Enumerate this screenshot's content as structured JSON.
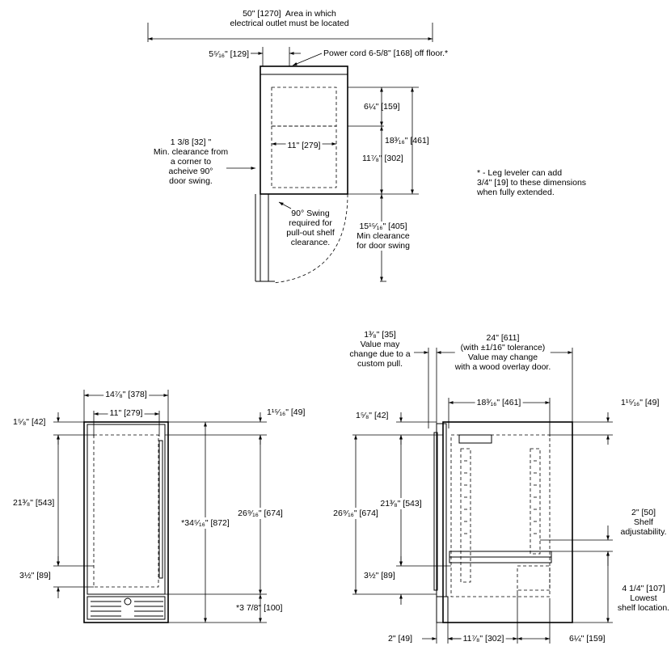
{
  "top_view": {
    "outlet_area": "50\" [1270]  Area in which\nelectrical outlet must be located",
    "cord_offset": "5⁵⁄₁₆\" [129]",
    "power_cord": "Power cord 6-5/8\" [168] off floor.*",
    "dim_6_1_4": "6¼\" [159]",
    "dim_18_3_16": "18³⁄₁₆\" [461]",
    "dim_11": "11\" [279]",
    "dim_11_7_8": "11⁷⁄₈\" [302]",
    "corner_clearance": "1 3/8 [32] \"\nMin. clearance from\na corner to\nacheive 90°\ndoor swing.",
    "swing_note": "90° Swing\nrequired for\npull-out shelf\nclearance.",
    "door_swing": "15¹⁵⁄₁₆\" [405]\nMin clearance\nfor door swing"
  },
  "leveler_note": "* - Leg leveler can add\n3/4\" [19] to these dimensions\nwhen fully extended.",
  "front_view": {
    "width_outer": "14⁷⁄₈\" [378]",
    "width_inner": "11\" [279]",
    "top_gap_left": "1⁵⁄₈\" [42]",
    "top_gap_right": "1¹⁵⁄₁₆\" [49]",
    "inner_height": "21³⁄₈\" [543]",
    "bottom_gap": "3½\" [89]",
    "overall_height": "*34⁵⁄₁₆\" [872]",
    "door_height": "26⁹⁄₁₆\" [674]",
    "toe_kick": "*3 7/8\" [100]"
  },
  "side_view": {
    "pull_value": "1³⁄₈\" [35]\nValue may\nchange due to a\ncustom pull.",
    "depth_value": "24\" [611]\n(with ±1/16\" tolerance)\nValue may change\nwith a wood overlay door.",
    "inner_depth": "18³⁄₁₆\" [461]",
    "top_gap_right": "1¹⁵⁄₁₆\" [49]",
    "top_gap_left": "1⁵⁄₈\" [42]",
    "door_height": "26⁹⁄₁₆\" [674]",
    "inner_height": "21³⁄₈\" [543]",
    "bottom_gap": "3½\" [89]",
    "shelf_adjust": "2\" [50]\nShelf\nadjustability.",
    "lowest_shelf": "4 1/4\" [107]\nLowest\nshelf location.",
    "door_thickness": "2\" [49]",
    "bottom_depth_a": "11⁷⁄₈\" [302]",
    "bottom_depth_b": "6¼\" [159]"
  }
}
